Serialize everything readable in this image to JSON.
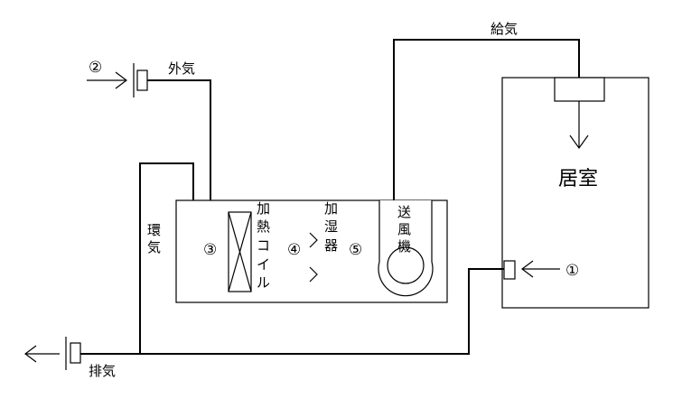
{
  "labels": {
    "supply_air": "給気",
    "outdoor_air": "外気",
    "return_air": "環気",
    "exhaust_air": "排気",
    "room": "居室",
    "heating_coil": [
      "加",
      "熱",
      "コ",
      "イ",
      "ル"
    ],
    "humidifier": [
      "加",
      "湿",
      "器"
    ],
    "fan": [
      "送",
      "風",
      "機"
    ],
    "return_vertical": [
      "環",
      "気"
    ]
  },
  "points": {
    "p1": "①",
    "p2": "②",
    "p3": "③",
    "p4": "④",
    "p5": "⑤"
  },
  "colors": {
    "line": "#000000",
    "background": "#ffffff"
  }
}
